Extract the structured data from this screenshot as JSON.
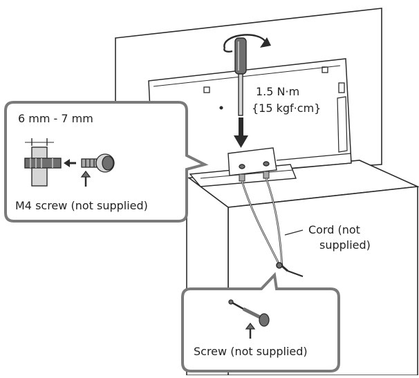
{
  "labels": {
    "torque_value": "1.5 N·m",
    "torque_alt": "{15 kgf·cm}",
    "thickness_range": "6 mm - 7 mm",
    "m4_screw": "M4 screw (not supplied)",
    "cord_line1": "Cord (not",
    "cord_line2": "supplied)",
    "screw": "Screw (not supplied)"
  },
  "colors": {
    "line": "#2b2b2b",
    "shade_dark": "#6f6f6f",
    "shade_mid": "#a9a9a9",
    "shade_light": "#d6d6d6",
    "background": "#ffffff"
  }
}
